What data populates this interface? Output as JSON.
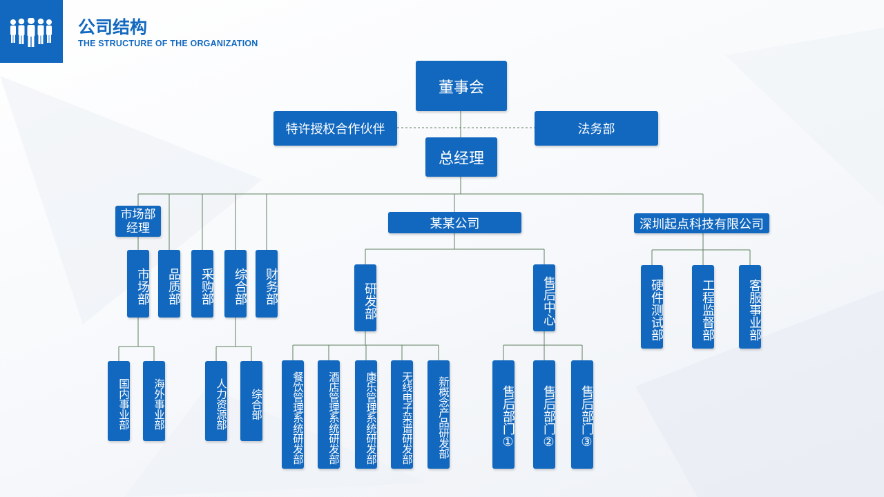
{
  "header": {
    "title": "公司结构",
    "subtitle": "THE STRUCTURE OF THE ORGANIZATION",
    "icon": "people-group-icon"
  },
  "colors": {
    "accent": "#1268bf",
    "connector": "#5f7f5f"
  },
  "org": {
    "board": "董事会",
    "franchise_partner": "特许授权合作伙伴",
    "legal": "法务部",
    "general_manager": "总经理",
    "marketing_manager": "市场部经理",
    "company_a": "某某公司",
    "company_b": "深圳起点科技有限公司",
    "departments": {
      "market": "市场部",
      "quality": "品质部",
      "purchasing": "采购部",
      "general": "综合部",
      "finance": "财务部"
    },
    "market_subs": {
      "domestic": "国内事业部",
      "overseas": "海外事业部"
    },
    "general_subs": {
      "hr": "人力资源部",
      "general": "综合部"
    },
    "company_a_units": {
      "rnd": "研发部",
      "after_sales": "售后中心"
    },
    "rnd_subs": {
      "catering": "餐饮管理系统研发部",
      "hotel": "酒店管理系统研发部",
      "leisure": "康乐管理系统研发部",
      "wireless": "无线电子菜谱研发部",
      "concept": "新概念产品研发部"
    },
    "after_sales_subs": {
      "dept1": "售后部门①",
      "dept2": "售后部门②",
      "dept3": "售后部门③"
    },
    "company_b_units": {
      "hardware": "硬件测试部",
      "engineering": "工程监督部",
      "service": "客服事业部"
    }
  }
}
